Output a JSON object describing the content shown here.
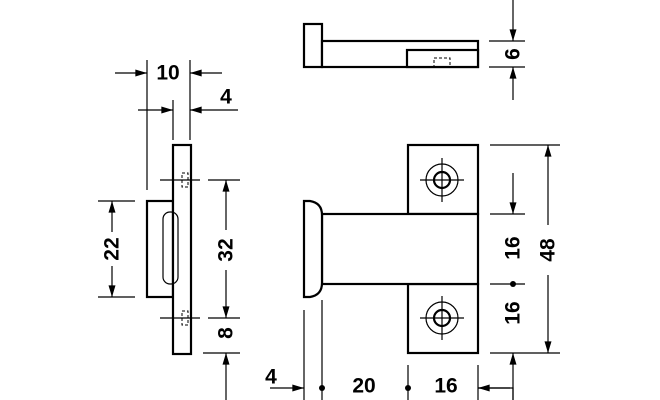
{
  "dimensions": {
    "side_width_total": "10",
    "side_plate_thickness": "4",
    "side_body_height": "22",
    "side_hole_spacing": "32",
    "side_hole_offset": "8",
    "top_thickness": "6",
    "front_upper_half": "16",
    "front_lower_half": "16",
    "front_total_height": "48",
    "front_knob_width": "4",
    "front_body_length": "20",
    "front_plate_width": "16"
  }
}
